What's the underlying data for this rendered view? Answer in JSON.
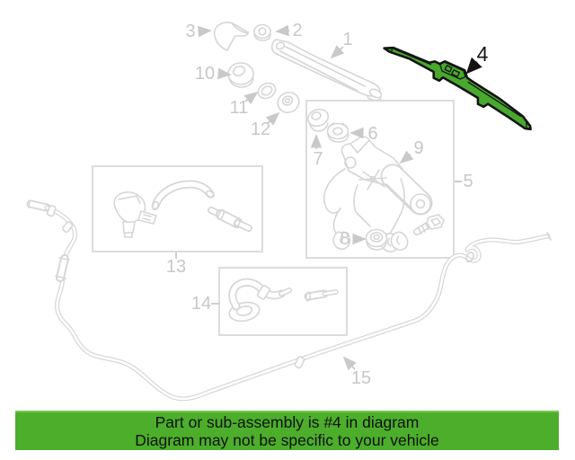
{
  "diagram": {
    "title": "rear wiper and washer parts diagram",
    "highlighted_part": "4",
    "parts": {
      "p1": "1",
      "p2": "2",
      "p3": "3",
      "p4": "4",
      "p5": "5",
      "p6": "6",
      "p7": "7",
      "p8": "8",
      "p9": "9",
      "p10": "10",
      "p11": "11",
      "p12": "12",
      "p13": "13",
      "p14": "14",
      "p15": "15"
    },
    "colors": {
      "line_art": "#d6d6d6",
      "label_gray": "#c8c8c8",
      "highlight_green": "#48a92c",
      "banner_green": "#4cae2b",
      "outline_black": "#141414"
    }
  },
  "banner": {
    "line1": "Part or sub-assembly is #4 in diagram",
    "line2": "Diagram may not be specific to your vehicle"
  }
}
